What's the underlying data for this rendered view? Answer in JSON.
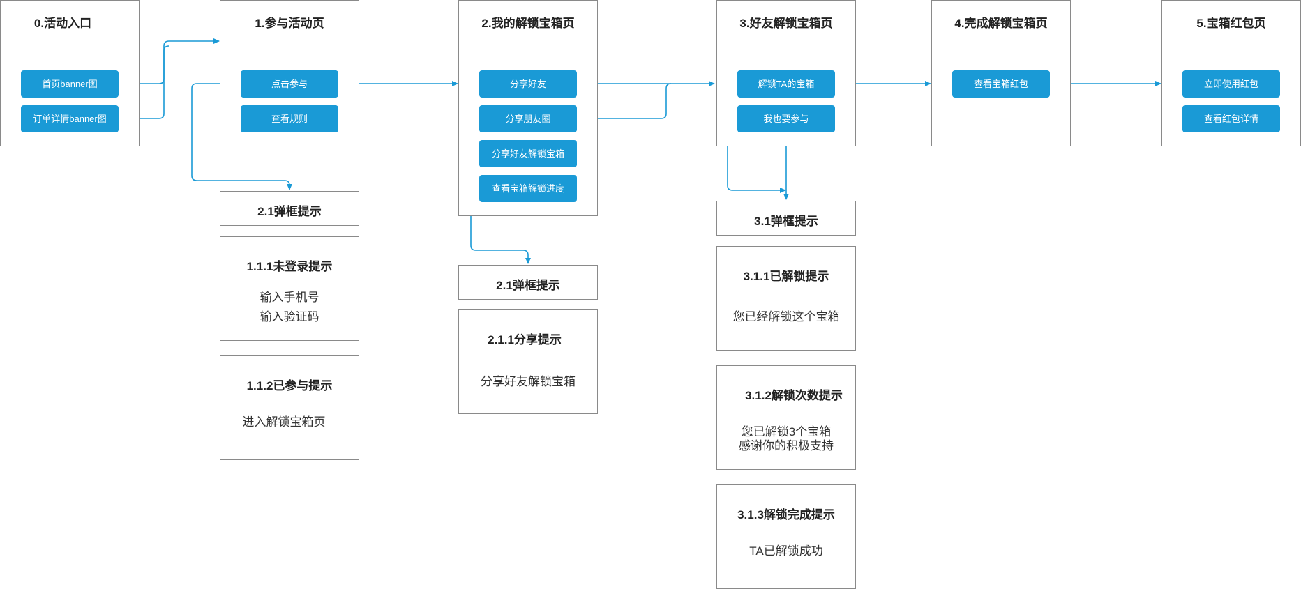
{
  "pages": {
    "entry": {
      "title": "0.活动入口",
      "buttons": [
        "首页banner图",
        "订单详情banner图"
      ]
    },
    "join": {
      "title": "1.参与活动页",
      "buttons": [
        "点击参与",
        "查看规则"
      ]
    },
    "my_unlock": {
      "title": "2.我的解锁宝箱页",
      "buttons": [
        "分享好友",
        "分享朋友圈",
        "分享好友解锁宝箱",
        "查看宝箱解锁进度"
      ]
    },
    "friend_unlock": {
      "title": "3.好友解锁宝箱页",
      "buttons": [
        "解锁TA的宝箱",
        "我也要参与"
      ]
    },
    "unlock_done": {
      "title": "4.完成解锁宝箱页",
      "buttons": [
        "查看宝箱红包"
      ]
    },
    "redpacket": {
      "title": "5.宝箱红包页",
      "buttons": [
        "立即使用红包",
        "查看红包详情"
      ]
    }
  },
  "dialogs": {
    "join_popup": {
      "title": "2.1弹框提示"
    },
    "not_logged": {
      "title": "1.1.1未登录提示",
      "lines": [
        "输入手机号",
        "输入验证码"
      ]
    },
    "joined": {
      "title": "1.1.2已参与提示",
      "lines": [
        "进入解锁宝箱页"
      ]
    },
    "share_popup": {
      "title": "2.1弹框提示"
    },
    "share_tip": {
      "title": "2.1.1分享提示",
      "lines": [
        "分享好友解锁宝箱"
      ]
    },
    "friend_popup": {
      "title": "3.1弹框提示"
    },
    "already_unlocked": {
      "title": "3.1.1已解锁提示",
      "lines": [
        "您已经解锁这个宝箱"
      ]
    },
    "unlock_count": {
      "title": "3.1.2解锁次数提示",
      "lines": [
        "您已解锁3个宝箱",
        "感谢你的积极支持"
      ]
    },
    "unlock_complete": {
      "title": "3.1.3解锁完成提示",
      "lines": [
        "TA已解锁成功"
      ]
    }
  },
  "colors": {
    "accent": "#1a9ad6",
    "border": "#8a8a8a",
    "text": "#222222"
  }
}
